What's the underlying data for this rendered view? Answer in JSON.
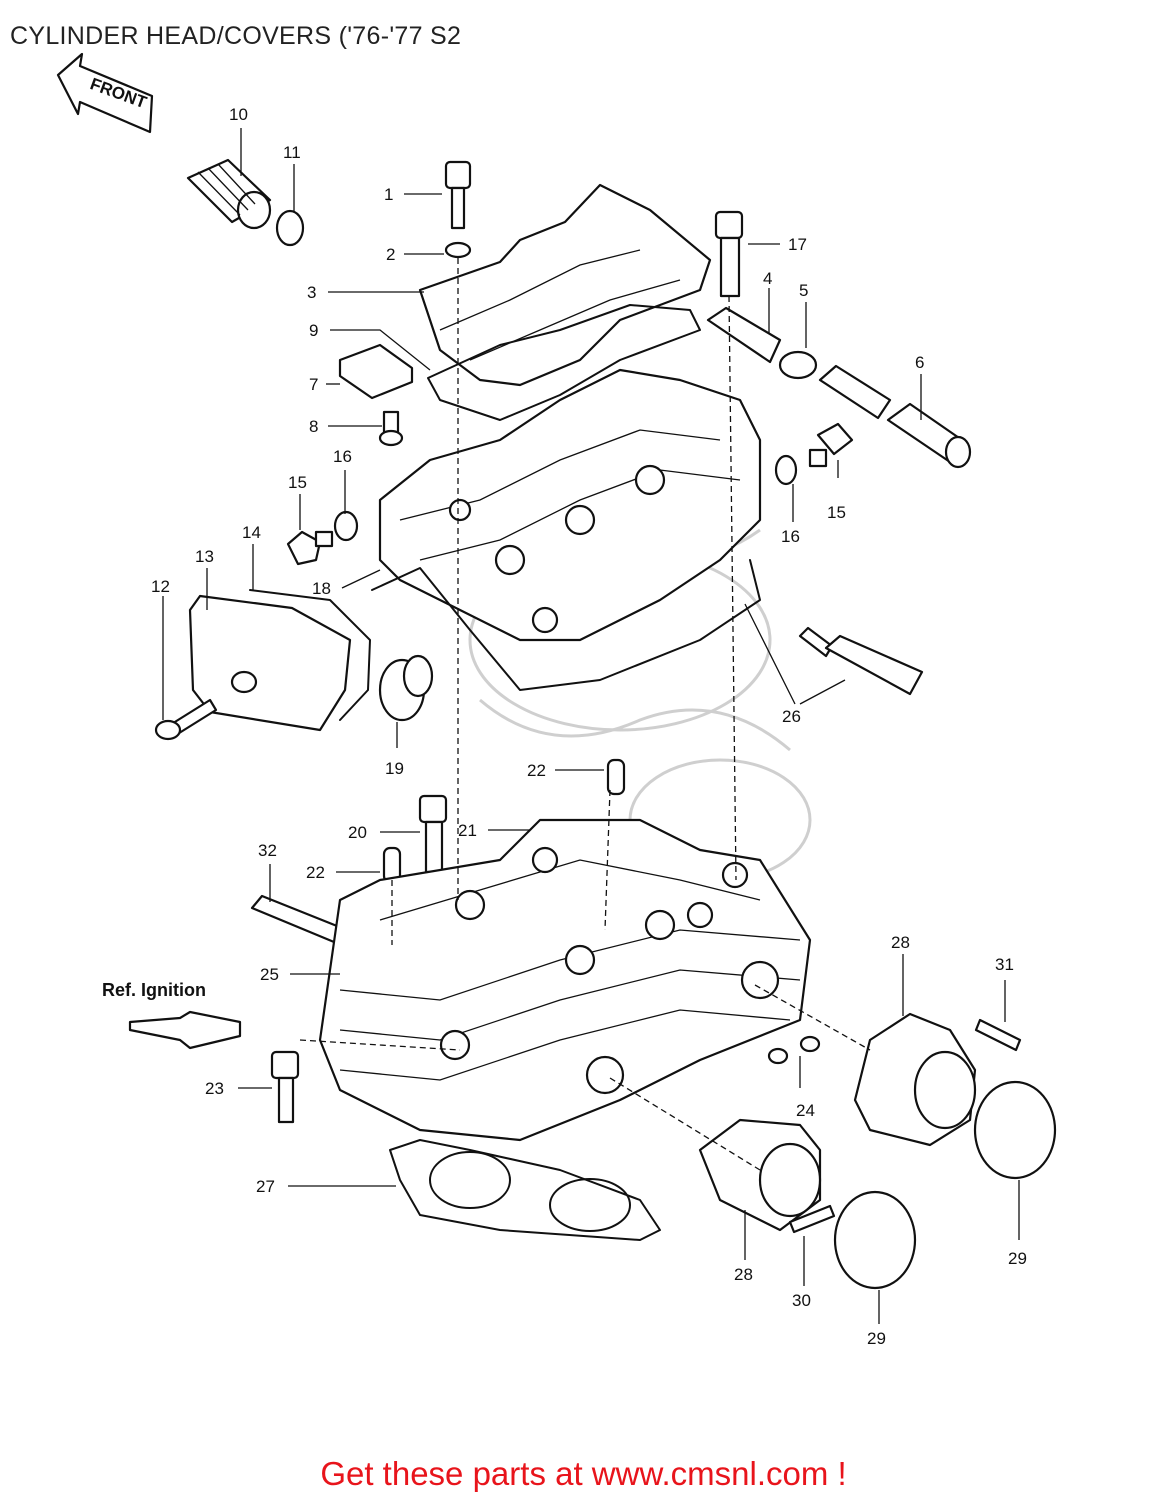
{
  "title": "CYLINDER HEAD/COVERS ('76-'77 S2",
  "front_label": "FRONT",
  "ref_label": "Ref. Ignition",
  "cta": "Get these parts at www.cmsnl.com !",
  "callouts": [
    {
      "id": "c1",
      "text": "1"
    },
    {
      "id": "c2",
      "text": "2"
    },
    {
      "id": "c3",
      "text": "3"
    },
    {
      "id": "c4",
      "text": "4"
    },
    {
      "id": "c5",
      "text": "5"
    },
    {
      "id": "c6",
      "text": "6"
    },
    {
      "id": "c7",
      "text": "7"
    },
    {
      "id": "c8",
      "text": "8"
    },
    {
      "id": "c9",
      "text": "9"
    },
    {
      "id": "c10",
      "text": "10"
    },
    {
      "id": "c11",
      "text": "11"
    },
    {
      "id": "c12",
      "text": "12"
    },
    {
      "id": "c13",
      "text": "13"
    },
    {
      "id": "c14",
      "text": "14"
    },
    {
      "id": "c15a",
      "text": "15"
    },
    {
      "id": "c15b",
      "text": "15"
    },
    {
      "id": "c16a",
      "text": "16"
    },
    {
      "id": "c16b",
      "text": "16"
    },
    {
      "id": "c17",
      "text": "17"
    },
    {
      "id": "c18",
      "text": "18"
    },
    {
      "id": "c19",
      "text": "19"
    },
    {
      "id": "c20",
      "text": "20"
    },
    {
      "id": "c21",
      "text": "21"
    },
    {
      "id": "c22a",
      "text": "22"
    },
    {
      "id": "c22b",
      "text": "22"
    },
    {
      "id": "c23",
      "text": "23"
    },
    {
      "id": "c24",
      "text": "24"
    },
    {
      "id": "c25",
      "text": "25"
    },
    {
      "id": "c26",
      "text": "26"
    },
    {
      "id": "c27",
      "text": "27"
    },
    {
      "id": "c28a",
      "text": "28"
    },
    {
      "id": "c28b",
      "text": "28"
    },
    {
      "id": "c29a",
      "text": "29"
    },
    {
      "id": "c29b",
      "text": "29"
    },
    {
      "id": "c30",
      "text": "30"
    },
    {
      "id": "c31",
      "text": "31"
    },
    {
      "id": "c32",
      "text": "32"
    }
  ]
}
